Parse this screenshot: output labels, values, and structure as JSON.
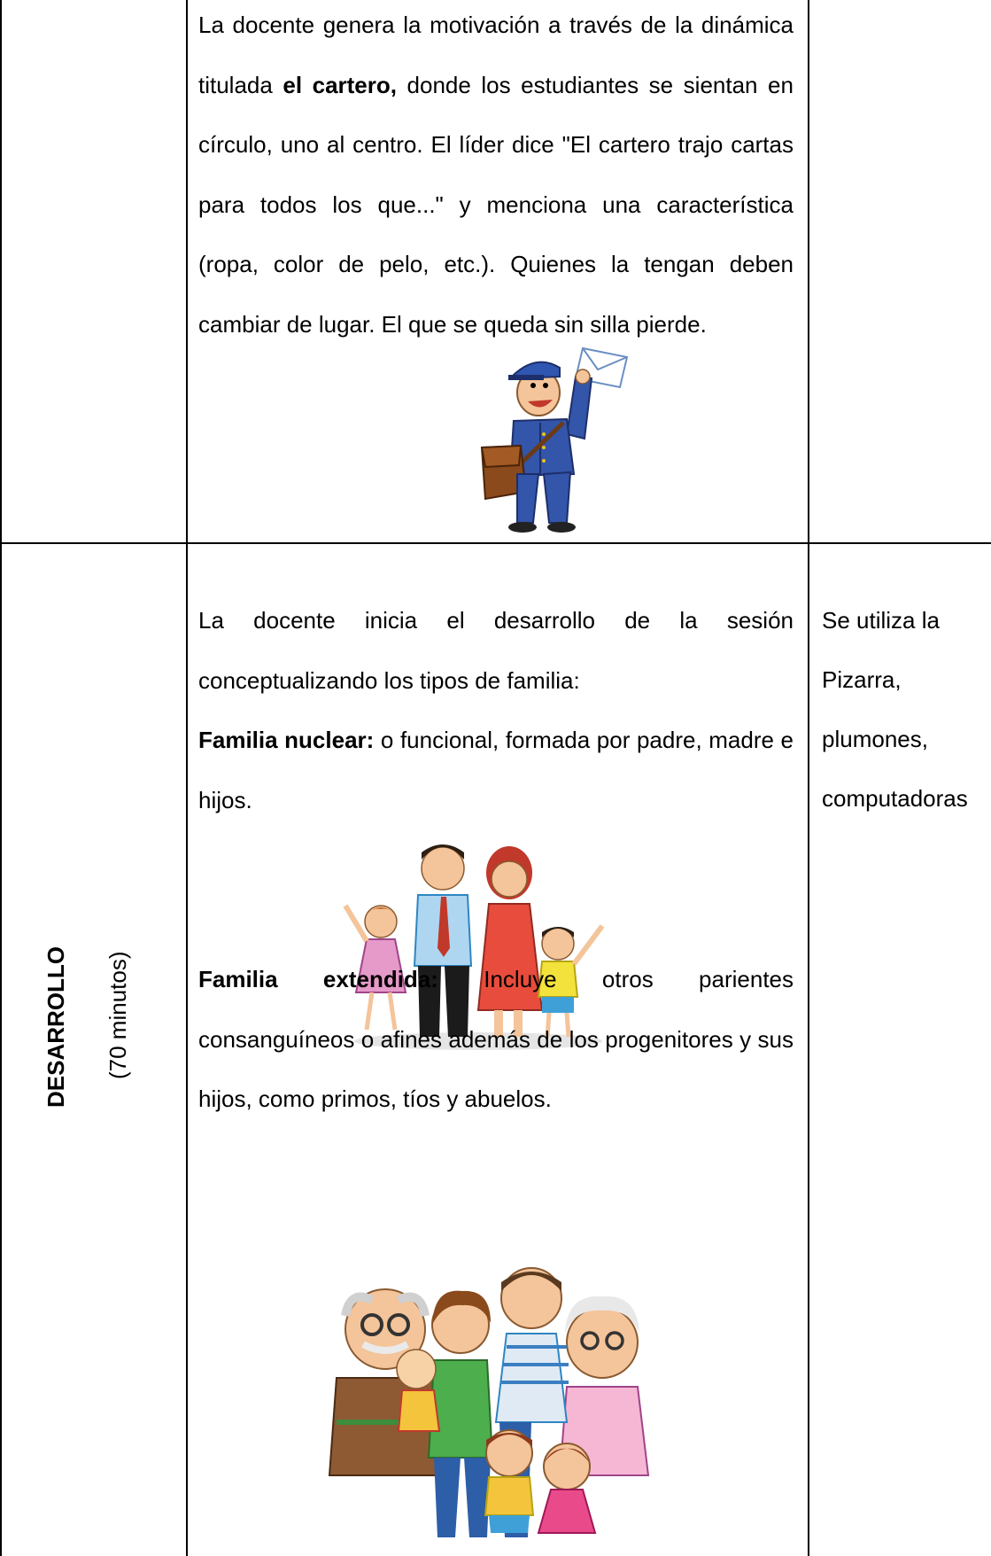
{
  "row1": {
    "paragraph": [
      {
        "text": "La docente genera la motivación a través de la dinámica titulada ",
        "bold": false
      },
      {
        "text": "el cartero,",
        "bold": true
      },
      {
        "text": " donde los estudiantes se sientan en círculo, uno al centro. El líder dice \"El cartero trajo cartas para todos los que...\" y menciona una característica (ropa, color de pelo, etc.). Quienes la tengan deben cambiar de lugar. El que se queda sin silla pierde.",
        "bold": false
      }
    ]
  },
  "row2": {
    "section_title": "DESARROLLO",
    "duration": "(70 minutos)",
    "intro": "La docente inicia el desarrollo de la sesión conceptualizando los tipos de familia:",
    "nuclear_label": "Familia nuclear:",
    "nuclear_text": " o funcional, formada por padre, madre e hijos.",
    "extendida_label": "Familia extendida:",
    "extendida_text": " Incluye otros parientes consanguíneos o afines además de los progenitores y sus hijos, como primos, tíos y abuelos.",
    "resources": [
      "Se utiliza la",
      "Pizarra,",
      "plumones,",
      "computadoras"
    ]
  }
}
